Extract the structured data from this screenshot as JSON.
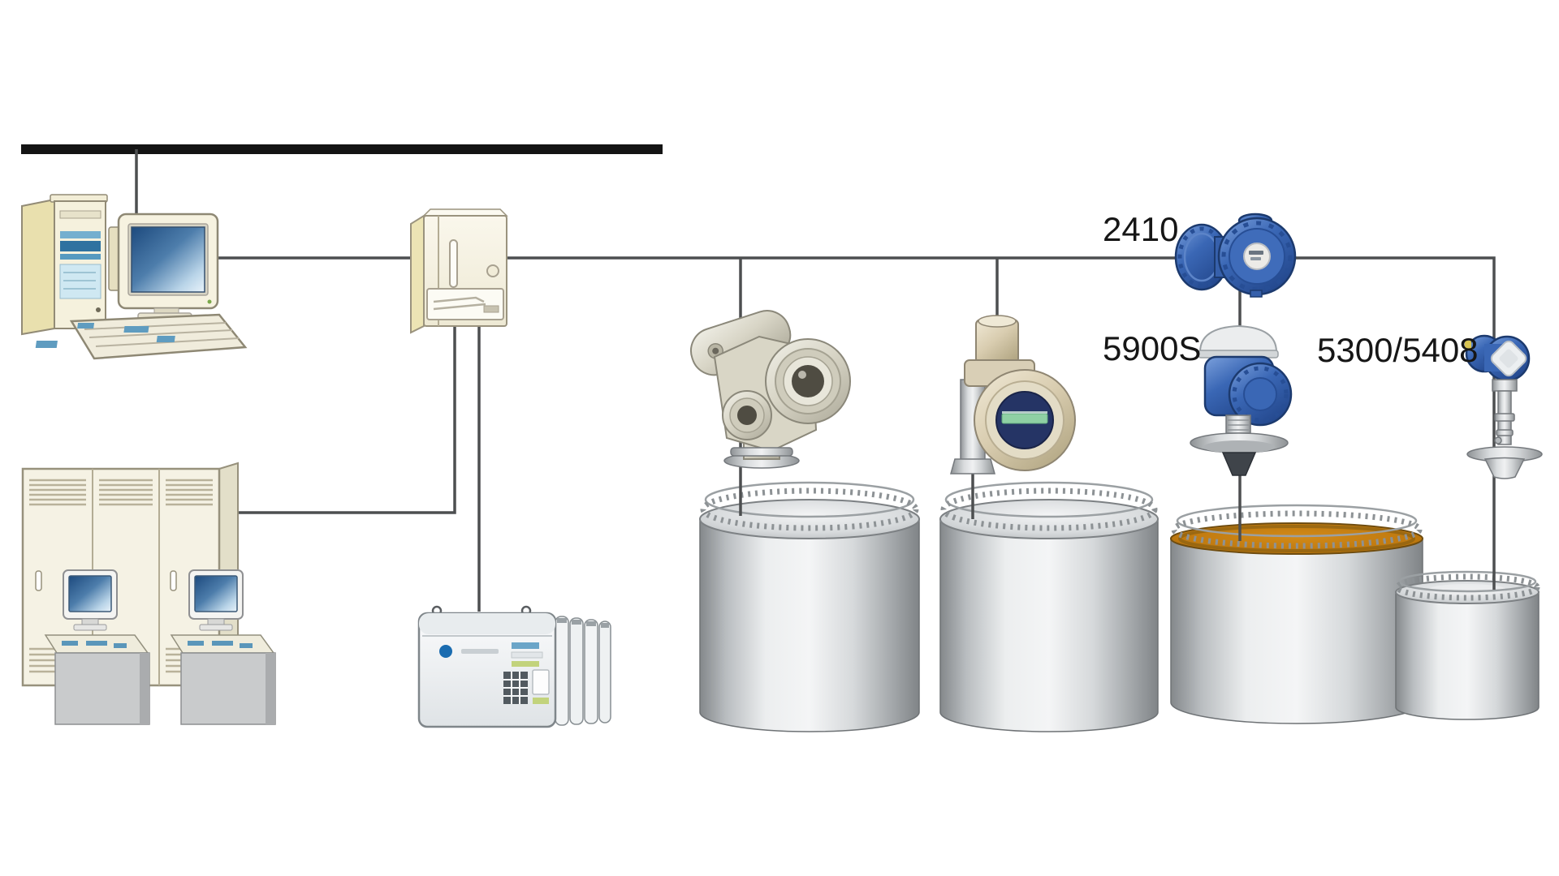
{
  "page": {
    "background": "#ffffff"
  },
  "labels": {
    "tank_hub": "2410",
    "radar_level_gauge": "5900S",
    "level_transmitter": "5300/5408"
  },
  "colors": {
    "bus_line": "#141414",
    "wire": "#4d4f50",
    "device_blue": "#3a67b5",
    "device_blue_dark": "#1c3a6e",
    "tank_product_orange": "#c9790e",
    "equipment_beige": "#f5f1de",
    "tank_gray": "#c6c9cb",
    "screen_blue": "#2e5f95"
  }
}
